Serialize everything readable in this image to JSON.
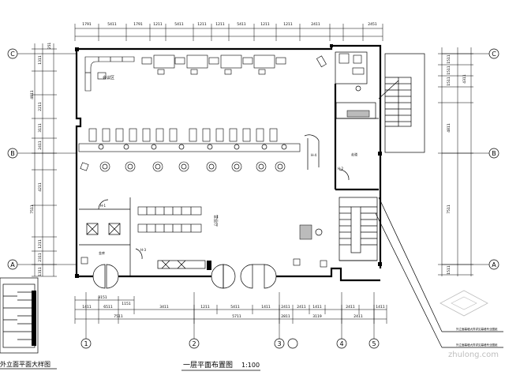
{
  "drawing": {
    "title": "一层平面布置图",
    "scale": "1:100",
    "inset_title": "外立面平面大样图",
    "watermark_text": "zhulong.com"
  },
  "axes": {
    "rows": [
      "C",
      "B",
      "A"
    ],
    "columns": [
      "1",
      "2",
      "3",
      "4",
      "5"
    ]
  },
  "dims": {
    "top": [
      "1791",
      "5411",
      "1791",
      "1211",
      "5411",
      "1211",
      "1211",
      "5411",
      "1211",
      "1211",
      "2411",
      "2451"
    ],
    "bottom_row1": [
      "3151",
      "1151"
    ],
    "bottom_row2": [
      "1411",
      "6511",
      "3411",
      "1211",
      "5411",
      "1411",
      "2411",
      "2411",
      "1411",
      "2411",
      "1411"
    ],
    "bottom_row3": [
      "7511",
      "5711",
      "2811",
      "3119",
      "2411"
    ],
    "left": [
      "251",
      "1311",
      "4811",
      "2211",
      "3111",
      "2411",
      "4211",
      "7511",
      "1211",
      "2311",
      "1311"
    ],
    "right": [
      "1511",
      "1511",
      "1511",
      "4311",
      "4811",
      "7511",
      "1511"
    ]
  },
  "room_labels": {
    "upper_office": "会议区",
    "h1_door": "H-1",
    "h2_door": "H-2",
    "h4_door": "H-4",
    "h3_door": "H-3",
    "vault": "金库",
    "corridor": "走道",
    "lobby": "营业厅"
  },
  "callouts": [
    "外立面幕墙大样详见幕墙专业图纸",
    "外立面幕墙大样详见幕墙专业图纸"
  ]
}
